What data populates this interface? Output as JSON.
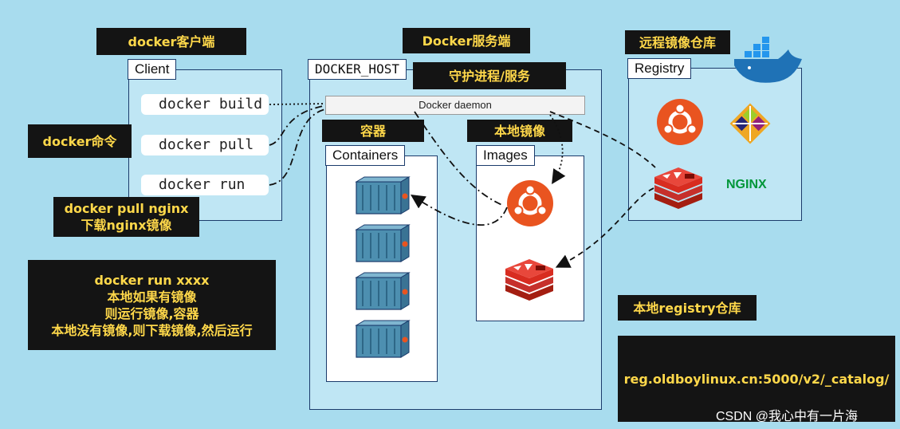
{
  "labels": {
    "docker_client_cn": "docker客户端",
    "client": "Client",
    "docker_server_cn": "Docker服务端",
    "docker_host": "DOCKER_HOST",
    "daemon_cn": "守护进程/服务",
    "docker_daemon": "Docker daemon",
    "containers_cn": "容器",
    "containers": "Containers",
    "images_cn": "本地镜像",
    "images": "Images",
    "remote_registry_cn": "远程镜像仓库",
    "registry": "Registry",
    "docker_cmd_cn": "docker命令",
    "local_registry_cn": "本地registry仓库",
    "nginx_logo": "NGINX",
    "watermark": "CSDN @我心中有一片海"
  },
  "commands": [
    "docker build",
    "docker pull",
    "docker run"
  ],
  "notes": {
    "pull_nginx": [
      "docker pull nginx",
      "下载nginx镜像"
    ],
    "run_xxxx": [
      "docker run xxxx",
      "本地如果有镜像",
      "则运行镜像,容器",
      "本地没有镜像,则下载镜像,然后运行"
    ],
    "registry_url": "reg.oldboylinux.cn:5000/v2/_catalog/"
  },
  "colors": {
    "background": "#a8dcee",
    "note_bg": "#141414",
    "note_text": "#ffd84a",
    "ubuntu": "#e95420",
    "redis": "#d82c20",
    "nginx": "#009639",
    "container": "#4d8fb0"
  },
  "icons": [
    "docker-whale-icon",
    "ubuntu-icon",
    "centos-icon",
    "redis-icon",
    "nginx-logo",
    "container-icon"
  ]
}
